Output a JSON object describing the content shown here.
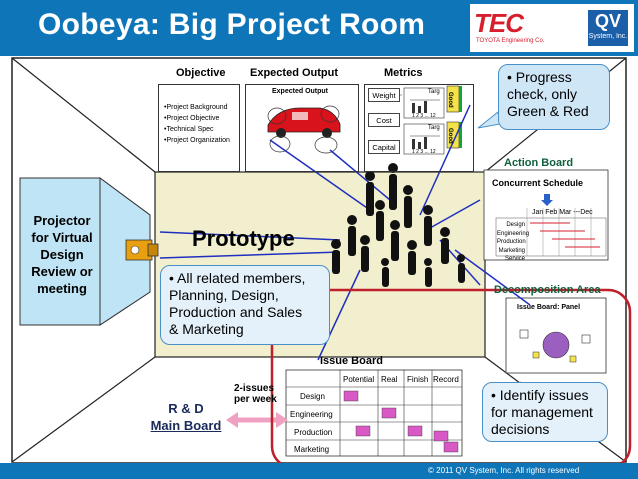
{
  "title": "Oobeya:  Big Project Room",
  "logos": {
    "tec": "TEC",
    "tec_sub": "TOYOTA Engineering Co.",
    "qv": "QV",
    "qv_sub": "System, Inc."
  },
  "back_wall": {
    "objective_header": "Objective",
    "objective_items": [
      "•Project Background",
      "•Project Objective",
      "•Technical Spec",
      "•Project Organization"
    ],
    "expected_output_header": "Expected Output",
    "expected_output_inner": "Expected Output",
    "metrics_header": "Metrics",
    "metrics_items": [
      "Weight",
      "Cost",
      "Capital"
    ],
    "metric_chart_label": "Targ",
    "metric_axis": "1  2  3 ... 12",
    "metric_badge": "Good"
  },
  "prototype_label": "Prototype",
  "projector": {
    "label_lines": [
      "Projector",
      "for Virtual",
      "Design",
      "Review or",
      "meeting"
    ]
  },
  "bubbles": {
    "progress": [
      "• Progress",
      "check, only",
      "Green & Red"
    ],
    "members": [
      "• All related members,",
      "Planning, Design,",
      "Production and Sales",
      "& Marketing"
    ],
    "identify": [
      "• Identify issues",
      "for management",
      "decisions"
    ]
  },
  "action_board": {
    "header": "Action Board",
    "schedule_title": "Concurrent Schedule",
    "months": "Jan  Feb  Mar ---Dec",
    "rows": [
      "Design",
      "Engineering",
      "Production",
      "Marketing",
      "Service"
    ]
  },
  "decomposition_area": {
    "header": "Decomposition Area",
    "panel_title": "Issue Board: Panel"
  },
  "issue_board": {
    "header": "Issue Board",
    "columns": [
      "Potential",
      "Real",
      "Finish",
      "Record"
    ],
    "rows": [
      "Design",
      "Engineering",
      "Production",
      "Marketing"
    ],
    "frequency_lines": [
      "2-issues",
      "per week"
    ]
  },
  "rd_board": {
    "lines": [
      "R & D",
      "Main Board"
    ]
  },
  "copyright": "© 2011 QV System, Inc. All rights reserved",
  "colors": {
    "header_blue": "#0e76b8",
    "room_floor": "#f2efcf",
    "projector_screen": "#bfe4f5",
    "arrow_blue": "#1f2fbf",
    "highlight_red": "#c0202a",
    "action_green": "#0f5f3c",
    "good_yellow": "#f3e24a"
  }
}
